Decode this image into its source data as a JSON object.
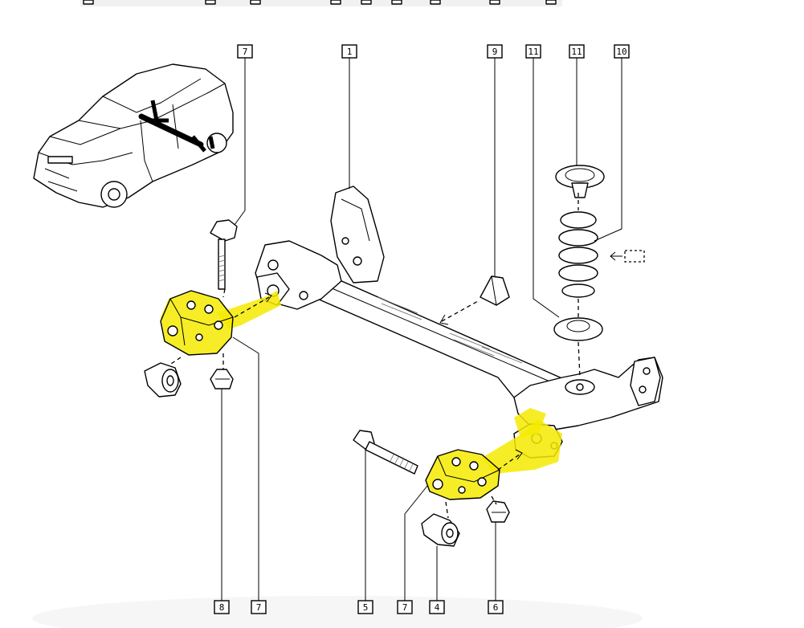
{
  "diagram": {
    "callouts": {
      "top": [
        "7",
        "1",
        "9",
        "11",
        "11",
        "10"
      ],
      "bottom": [
        "8",
        "7",
        "5",
        "7",
        "4",
        "6"
      ]
    },
    "colors": {
      "highlight": "#f4ea00",
      "line": "#000000",
      "background": "#ffffff"
    },
    "icons": [
      "car-locator-icon",
      "reference-arrow-icon"
    ]
  }
}
